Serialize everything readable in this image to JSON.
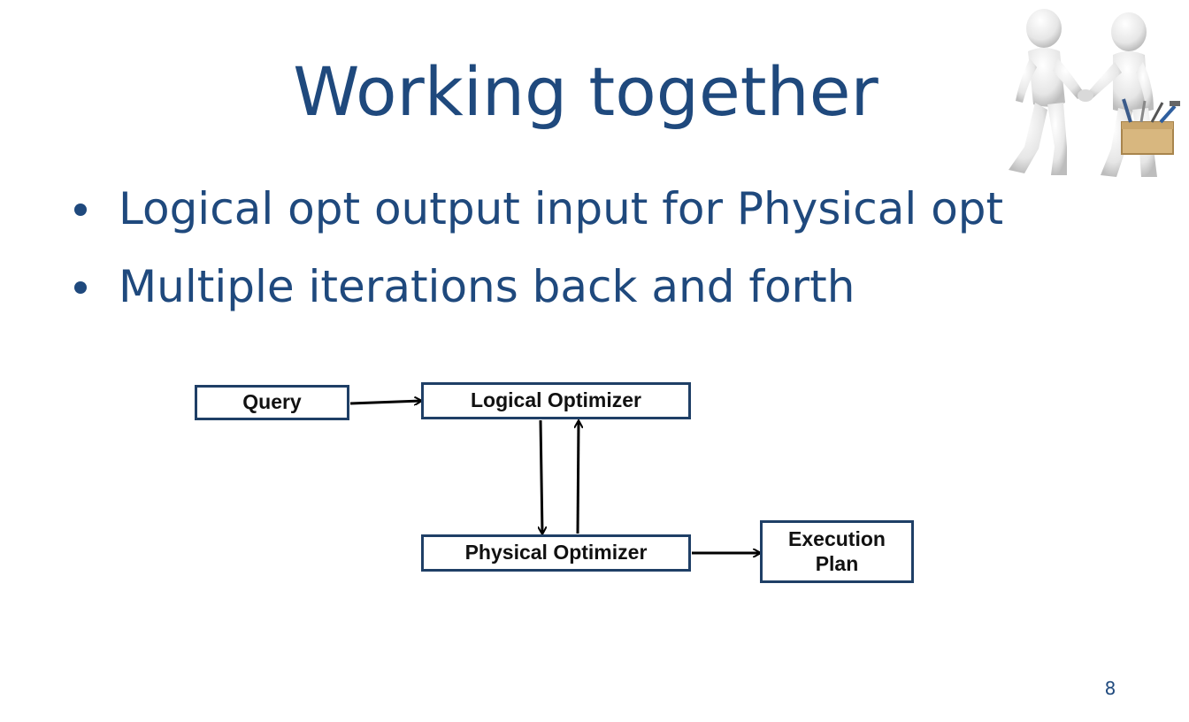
{
  "slide": {
    "title": "Working together",
    "bullets": [
      "Logical opt output input for Physical opt",
      "Multiple iterations back and forth"
    ],
    "page_number": "8"
  },
  "diagram": {
    "nodes": {
      "query": "Query",
      "logical_optimizer": "Logical Optimizer",
      "physical_optimizer": "Physical Optimizer",
      "execution_plan_line1": "Execution",
      "execution_plan_line2": "Plan"
    },
    "edges": [
      {
        "from": "query",
        "to": "logical_optimizer"
      },
      {
        "from": "logical_optimizer",
        "to": "physical_optimizer"
      },
      {
        "from": "physical_optimizer",
        "to": "logical_optimizer"
      },
      {
        "from": "physical_optimizer",
        "to": "execution_plan"
      }
    ]
  },
  "colors": {
    "title": "#1f497d",
    "box_border": "#1f3f66",
    "arrow": "#000000"
  },
  "icons": {
    "clipart": "two-figures-handshake-with-toolbox-icon"
  }
}
